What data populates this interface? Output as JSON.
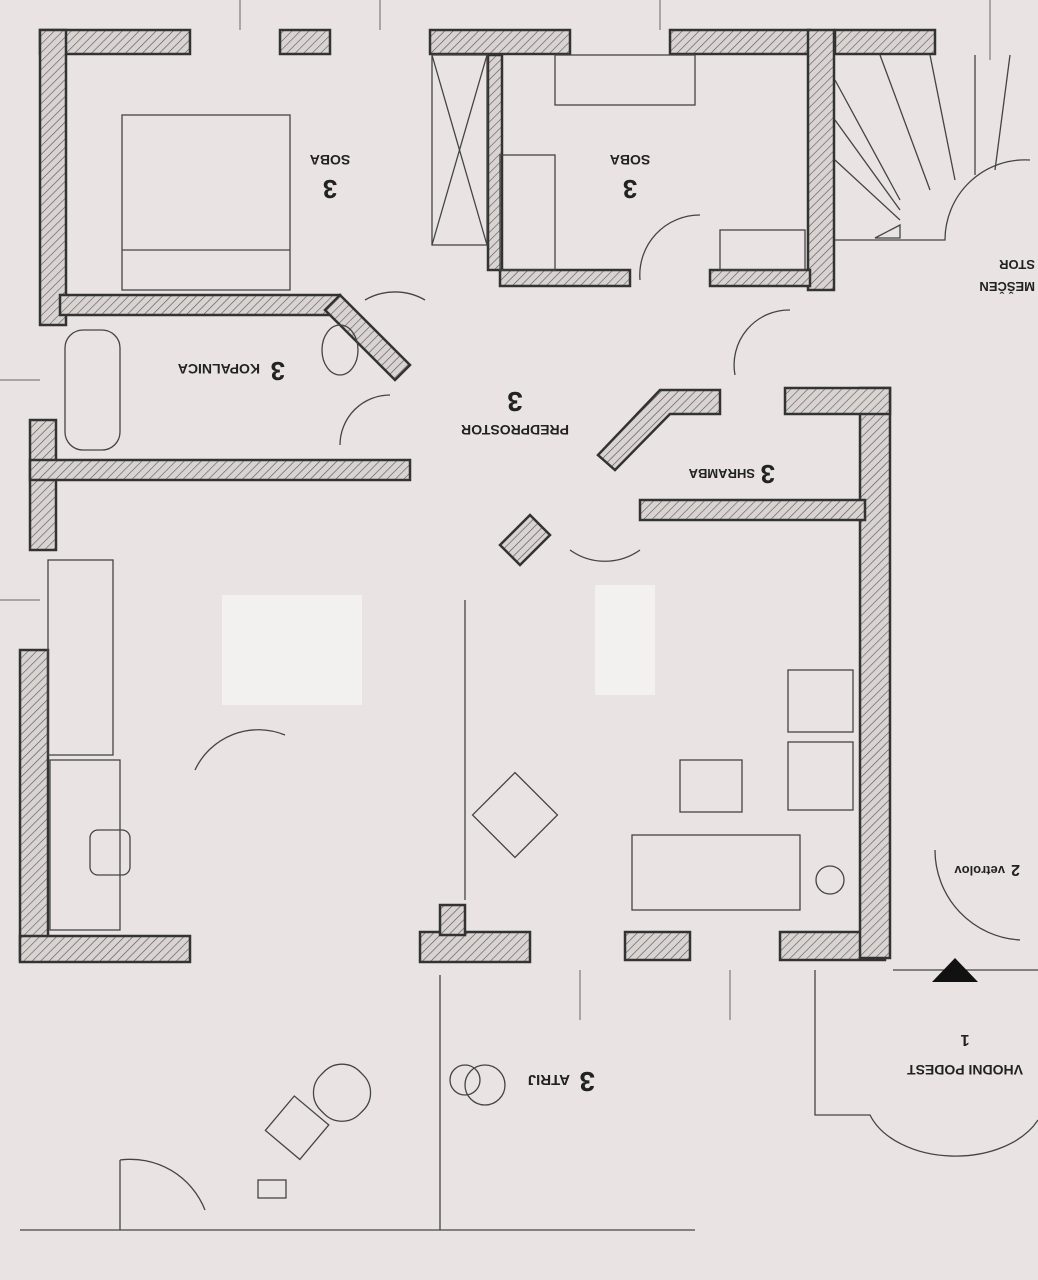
{
  "rooms": [
    {
      "number": "3",
      "name": "SOBA"
    },
    {
      "number": "3",
      "name": "SOBA"
    },
    {
      "number": "3",
      "name": "KOPALNICA"
    },
    {
      "number": "3",
      "name": "PREDPROSTOR"
    },
    {
      "number": "3",
      "name": "SHRAMBA"
    },
    {
      "number": "3",
      "name": "ATRIJ"
    },
    {
      "number": "1",
      "name": "VHODNI PODEST"
    },
    {
      "number": "2",
      "name": "vetrolov"
    }
  ],
  "partial_label": {
    "line1": "STOR",
    "line2": "MEŠČEN"
  },
  "colors": {
    "paper": "#e9e4e3",
    "ink": "#333333"
  }
}
